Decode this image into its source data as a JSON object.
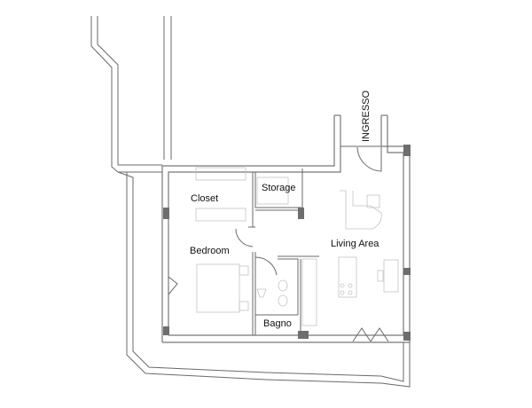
{
  "plan": {
    "labels": {
      "entrance": "INGRESSO",
      "closet": "Closet",
      "storage": "Storage",
      "bedroom": "Bedroom",
      "living": "Living Area",
      "bathroom": "Bagno"
    }
  }
}
